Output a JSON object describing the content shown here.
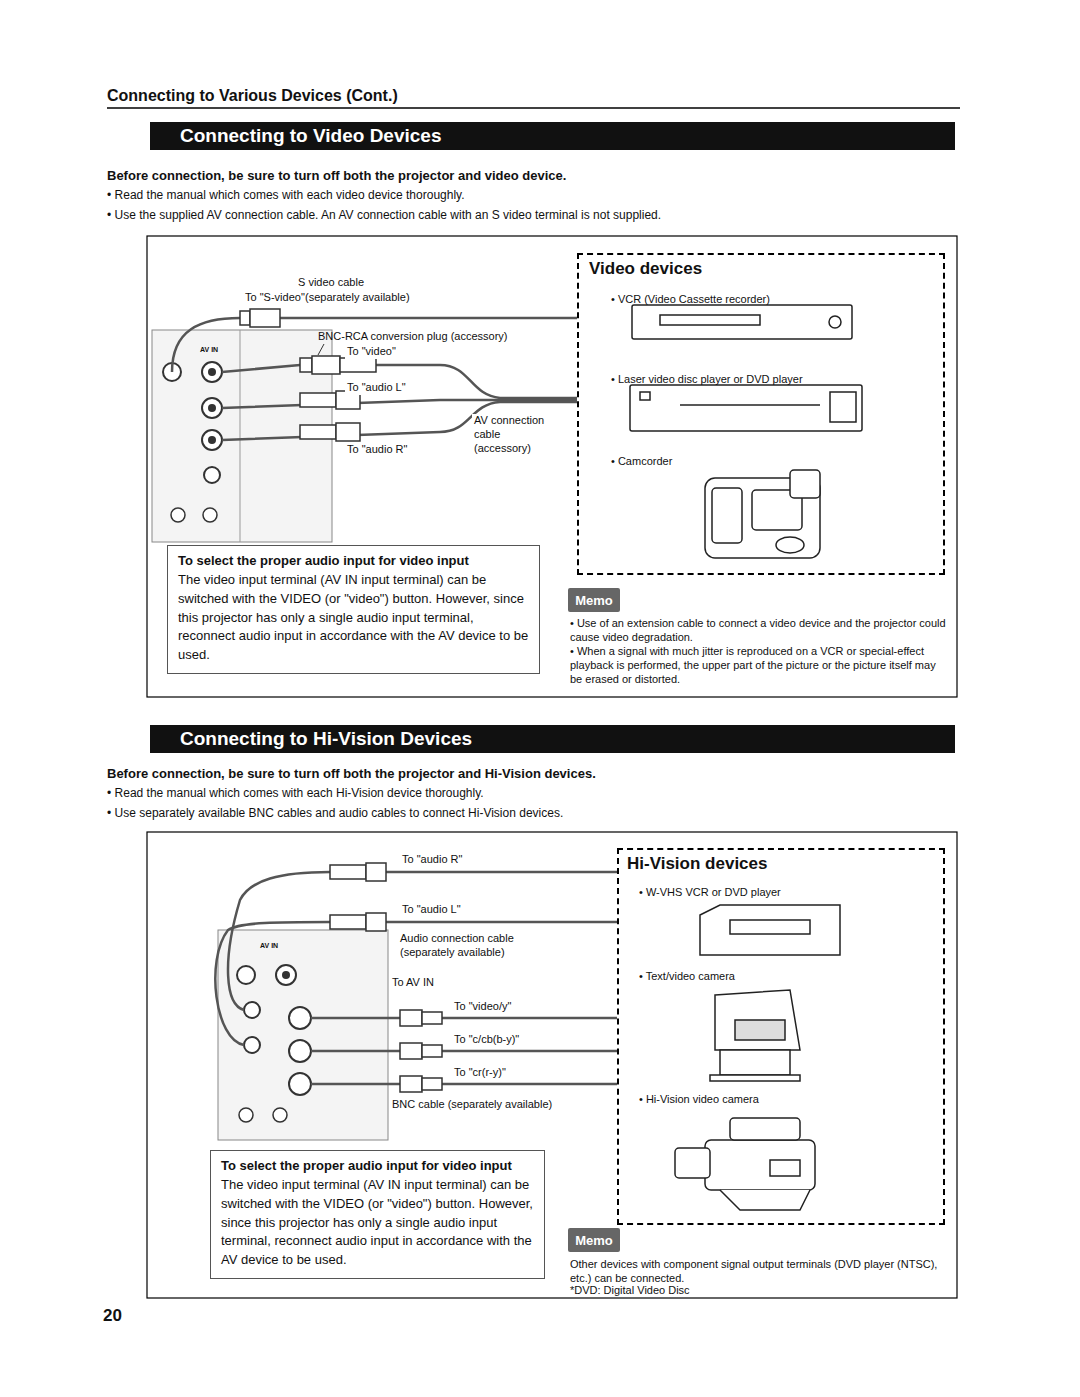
{
  "diagram": {
    "title": "Connecting to Various Devices (Cont.)",
    "nodes": [
      {
        "text": [
          "Connecting to Video Devices"
        ]
      },
      {
        "text": [
          "Video devices",
          "• VCR (Video Cassette recorder)",
          "• Laser video disc player or DVD player",
          "• Camcorder"
        ]
      },
      {
        "text": [
          "To select the proper audio input for video input",
          "The video input terminal (AV IN input terminal) can be switched with the VIDEO (or \"video\") button. However, since this projector has only a single audio input terminal, reconnect audio input in accordance with the AV device to be used."
        ]
      },
      {
        "text": [
          "Memo"
        ]
      },
      {
        "text": [
          "Connecting to Hi-Vision Devices"
        ]
      },
      {
        "text": [
          "Hi-Vision devices",
          "• W-VHS VCR or DVD player",
          "• Text/video camera",
          "• Hi-Vision video camera"
        ]
      },
      {
        "text": [
          "To select the proper audio input for video input",
          "The video input terminal (AV IN input terminal) can be switched with the VIDEO (or \"video\") button. However, since this projector has only a single audio input terminal, reconnect audio input in accordance with the AV device to be used."
        ]
      },
      {
        "text": [
          "Memo"
        ]
      }
    ],
    "labels": [
      "Before connection, be sure to turn off both the projector and video device.",
      "• Read the manual which comes with each video device thoroughly.",
      "• Use the supplied AV connection cable. An AV connection cable with an S video terminal is not supplied.",
      "S video cable",
      "To \"S-video\"",
      "(separately available)",
      "BNC-RCA conversion plug (accessory)",
      "To \"video\"",
      "To \"audio L\"",
      "To \"audio R\"",
      "AV connection cable (accessory)",
      "AV IN",
      "• Use of an extension cable to connect a video device and the projector could cause video degradation.",
      "• When a signal with much jitter is reproduced on a VCR or special-effect playback is performed, the upper part of the picture or the picture itself may be erased or distorted.",
      "Before connection, be sure to turn off both the projector and Hi-Vision devices.",
      "• Read the manual which comes with each Hi-Vision device thoroughly.",
      "• Use separately available BNC cables and audio cables to connect Hi-Vision devices.",
      "To \"audio R\"",
      "To \"audio L\"",
      "Audio connection cable (separately available)",
      "To AV IN",
      "To \"video/y\"",
      "To \"c/cb(b-y)\"",
      "To \"cr(r-y)\"",
      "BNC cable (separately available)",
      "AV IN",
      "Other devices with component signal output terminals (DVD player (NTSC), etc.) can be connected.",
      "*DVD: Digital Video Disc",
      "20"
    ]
  }
}
